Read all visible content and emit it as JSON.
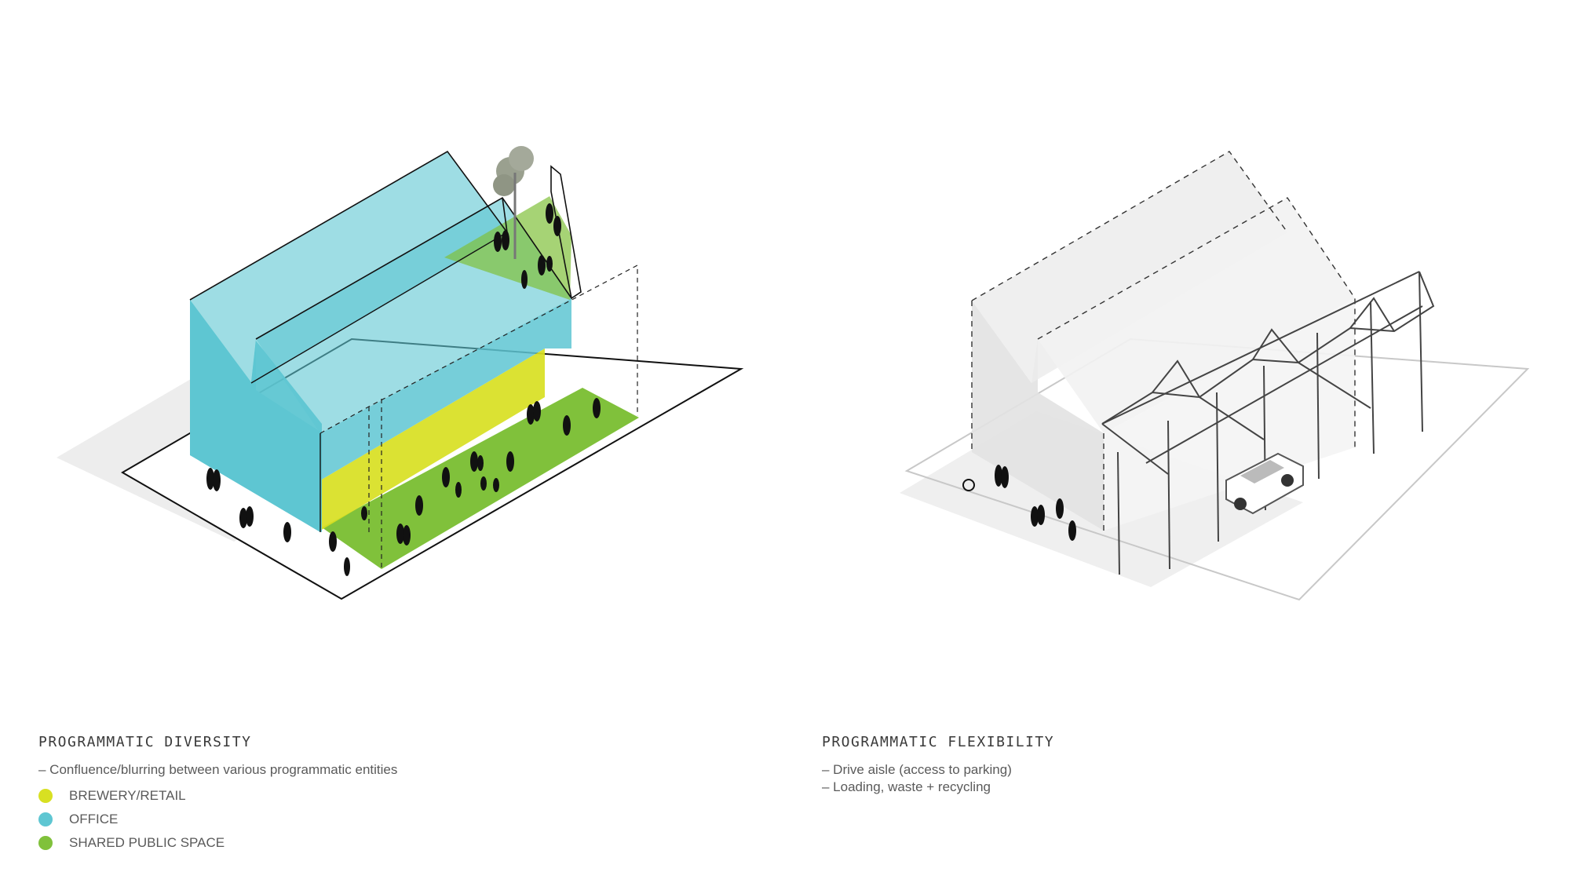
{
  "colors": {
    "brewery": "#d8e022",
    "office": "#5ec6d2",
    "shared": "#80c13b",
    "ink": "#111111",
    "frame": "#444444"
  },
  "left_panel": {
    "title": "PROGRAMMATIC DIVERSITY",
    "lines": [
      "– Confluence/blurring between various programmatic entities"
    ],
    "legend": [
      {
        "label": "BREWERY/RETAIL",
        "color_key": "brewery",
        "icon": "yellow-dot"
      },
      {
        "label": "OFFICE",
        "color_key": "office",
        "icon": "blue-dot"
      },
      {
        "label": "SHARED PUBLIC SPACE",
        "color_key": "shared",
        "icon": "green-dot"
      }
    ]
  },
  "right_panel": {
    "title": "PROGRAMMATIC FLEXIBILITY",
    "lines": [
      "– Drive aisle (access to parking)",
      "– Loading, waste + recycling"
    ]
  }
}
